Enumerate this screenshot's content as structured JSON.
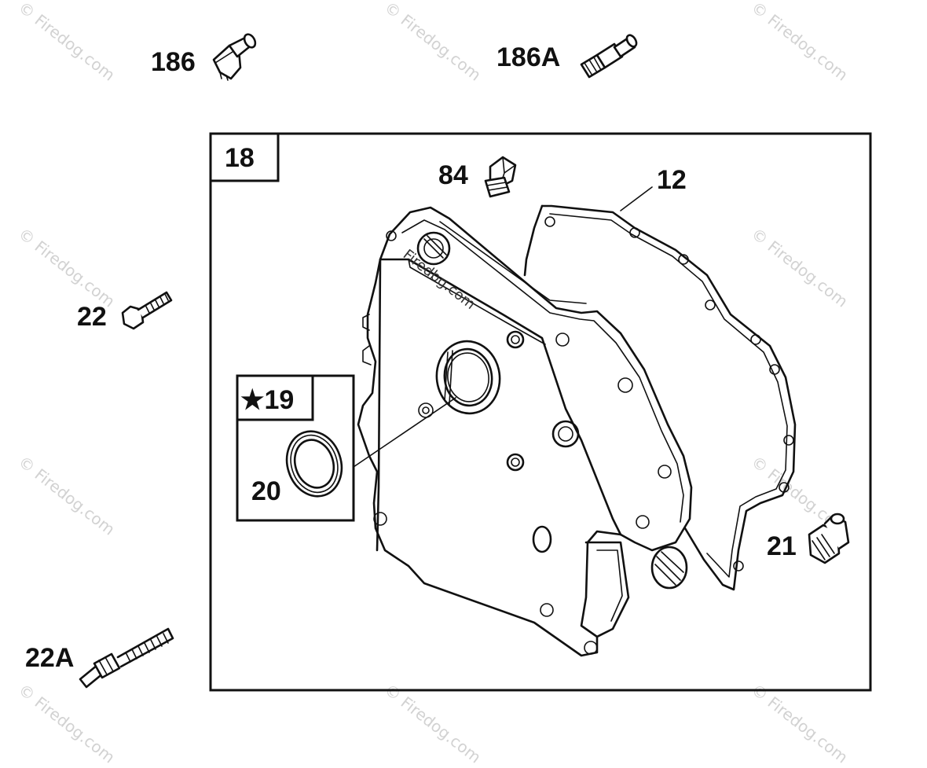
{
  "watermark": {
    "text": "© Firedog.com",
    "inline_text": "Firedbg.com"
  },
  "labels": {
    "l186": "186",
    "l186a": "186A",
    "l18": "18",
    "l84": "84",
    "l12": "12",
    "l22": "22",
    "l19": "★19",
    "l20": "20",
    "l21": "21",
    "l22a": "22A"
  },
  "colors": {
    "line": "#111111",
    "watermark": "#d2d2d2",
    "background": "#ffffff"
  }
}
